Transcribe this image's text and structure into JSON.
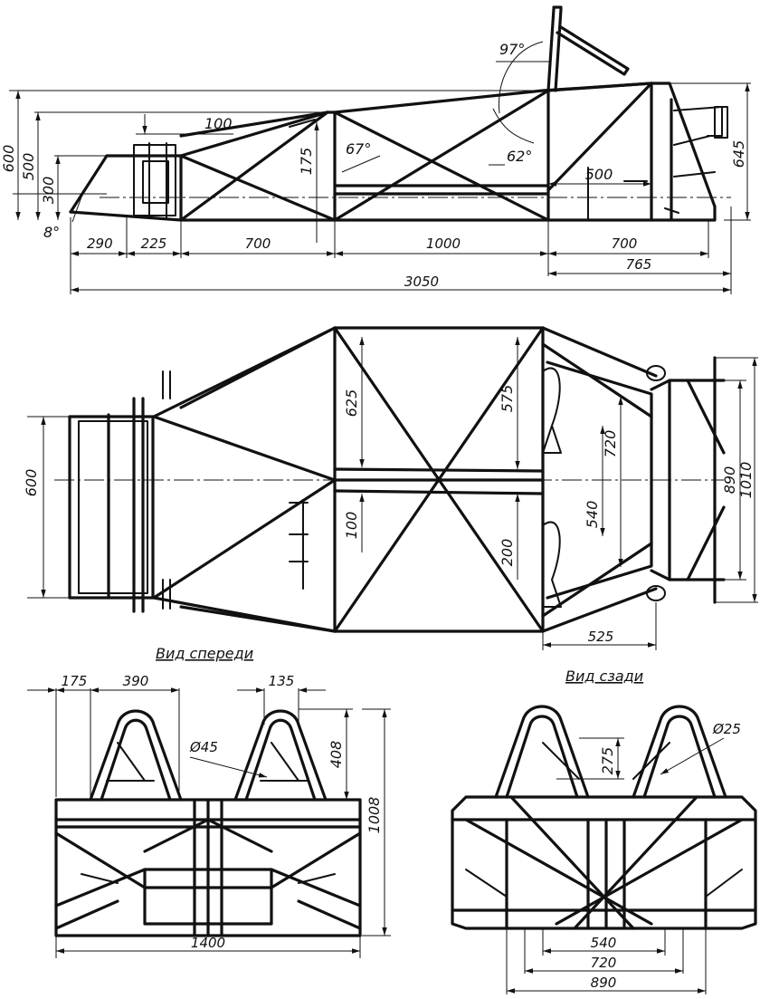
{
  "side_view": {
    "dims": {
      "d600": "600",
      "d500": "500",
      "d300": "300",
      "d8deg": "8°",
      "d100": "100",
      "d175": "175",
      "d67deg": "67°",
      "d97deg": "97°",
      "d62deg": "62°",
      "d645": "645",
      "d500b": "500",
      "d290": "290",
      "d225": "225",
      "d700": "700",
      "d1000": "1000",
      "d700b": "700",
      "d765": "765",
      "d3050": "3050"
    }
  },
  "top_view": {
    "dims": {
      "d600": "600",
      "d625": "625",
      "d575": "575",
      "d100": "100",
      "d200": "200",
      "d720": "720",
      "d540": "540",
      "d890": "890",
      "d1010": "1010",
      "d525": "525"
    }
  },
  "front_view": {
    "title": "Вид спереди",
    "dims": {
      "d175": "175",
      "d390": "390",
      "d135": "135",
      "d45": "Ø45",
      "d408": "408",
      "d1008": "1008",
      "d1400": "1400"
    }
  },
  "rear_view": {
    "title": "Вид сзади",
    "dims": {
      "d25": "Ø25",
      "d275": "275",
      "d540": "540",
      "d720": "720",
      "d890": "890"
    }
  }
}
